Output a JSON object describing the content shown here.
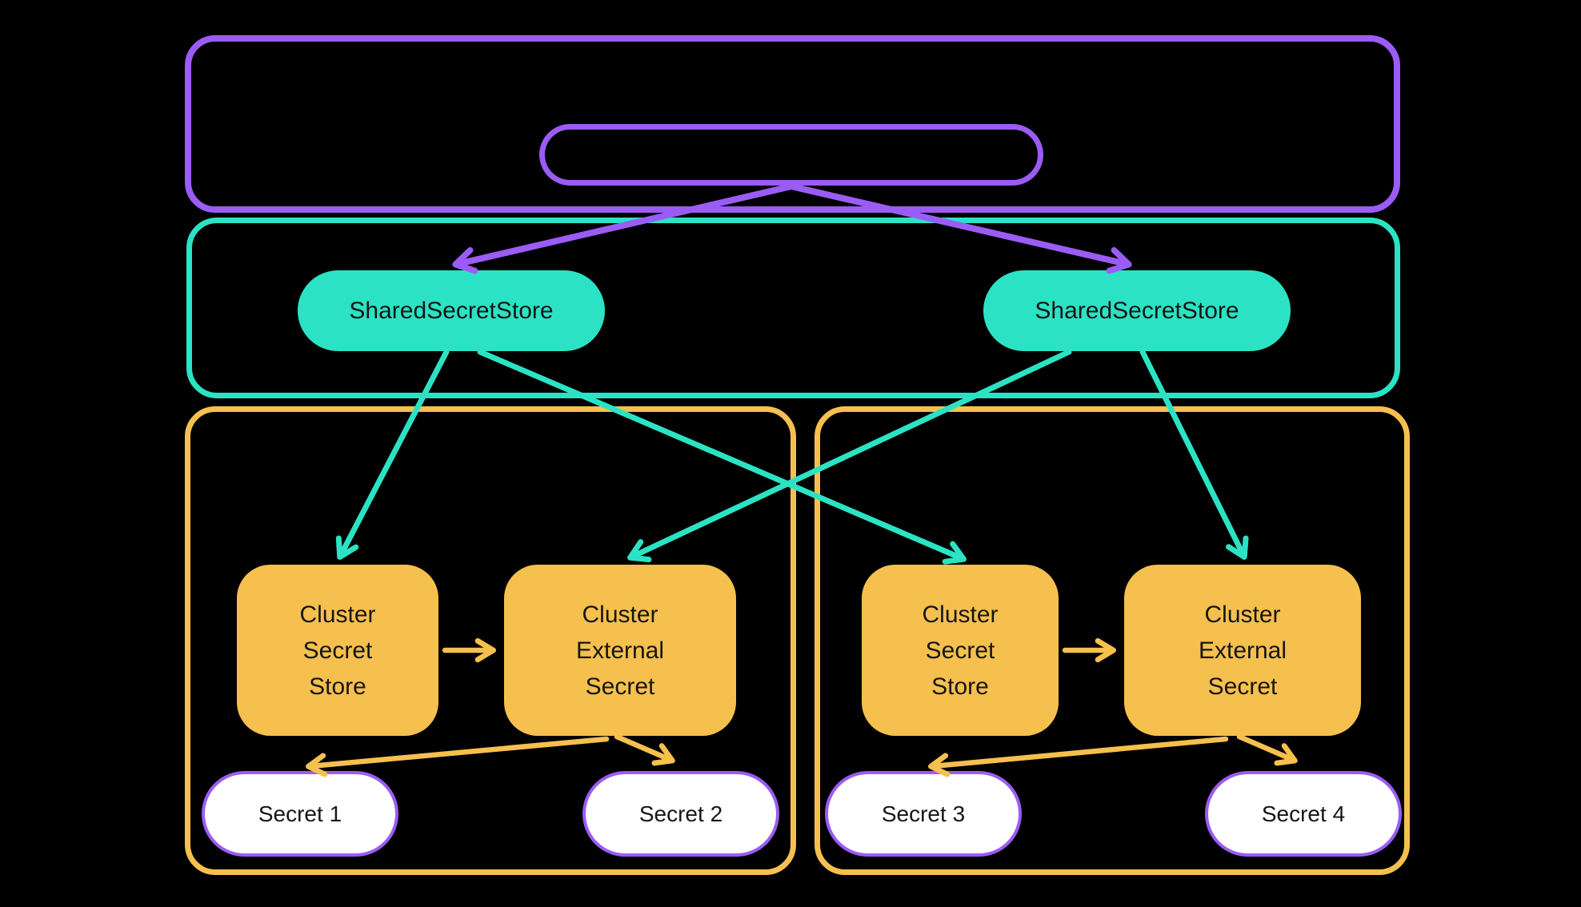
{
  "colors": {
    "bg": "#000000",
    "purple": "#9b5cf5",
    "teal": "#2be3c4",
    "yellow": "#f6c04e",
    "pill_fill": "#ffffff",
    "ink": "#161616"
  },
  "shared_store_layer": {
    "stores": [
      {
        "label": "SharedSecretStore"
      },
      {
        "label": "SharedSecretStore"
      }
    ]
  },
  "clusters": [
    {
      "secret_store": {
        "lines": [
          "Cluster",
          "Secret",
          "Store"
        ]
      },
      "external_secret": {
        "lines": [
          "Cluster",
          "External",
          "Secret"
        ]
      },
      "secrets": [
        {
          "label": "Secret 1"
        },
        {
          "label": "Secret 2"
        }
      ]
    },
    {
      "secret_store": {
        "lines": [
          "Cluster",
          "Secret",
          "Store"
        ]
      },
      "external_secret": {
        "lines": [
          "Cluster",
          "External",
          "Secret"
        ]
      },
      "secrets": [
        {
          "label": "Secret 3"
        },
        {
          "label": "Secret 4"
        }
      ]
    }
  ]
}
